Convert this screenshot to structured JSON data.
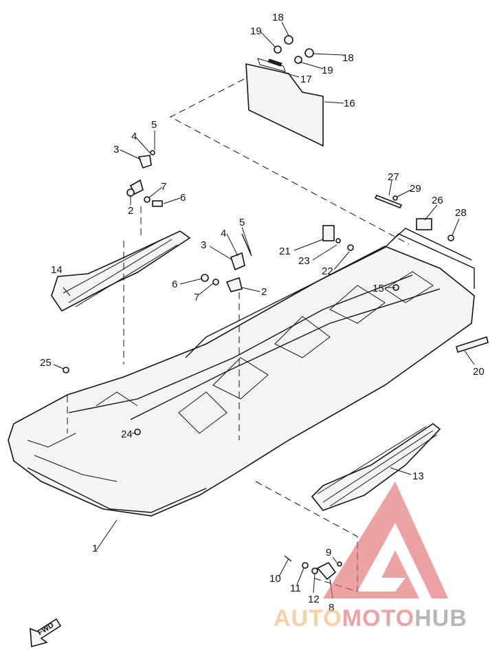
{
  "parts": {
    "p1": "1",
    "p2a": "2",
    "p2b": "2",
    "p3a": "3",
    "p3b": "3",
    "p4a": "4",
    "p4b": "4",
    "p5a": "5",
    "p5b": "5",
    "p6a": "6",
    "p6b": "6",
    "p7a": "7",
    "p7b": "7",
    "p8": "8",
    "p9": "9",
    "p10": "10",
    "p11": "11",
    "p12": "12",
    "p13": "13",
    "p14": "14",
    "p15": "15",
    "p16": "16",
    "p17": "17",
    "p18a": "18",
    "p18b": "18",
    "p19a": "19",
    "p19b": "19",
    "p20": "20",
    "p21": "21",
    "p22": "22",
    "p23": "23",
    "p24": "24",
    "p25": "25",
    "p26": "26",
    "p27": "27",
    "p28": "28",
    "p29": "29"
  },
  "direction_marker": "FWD",
  "watermark": {
    "part1": "AUTO",
    "part2": "MOTO",
    "part3": "HUB",
    "color1": "#f6b26b",
    "color2": "#e06666",
    "color3": "#888888"
  }
}
